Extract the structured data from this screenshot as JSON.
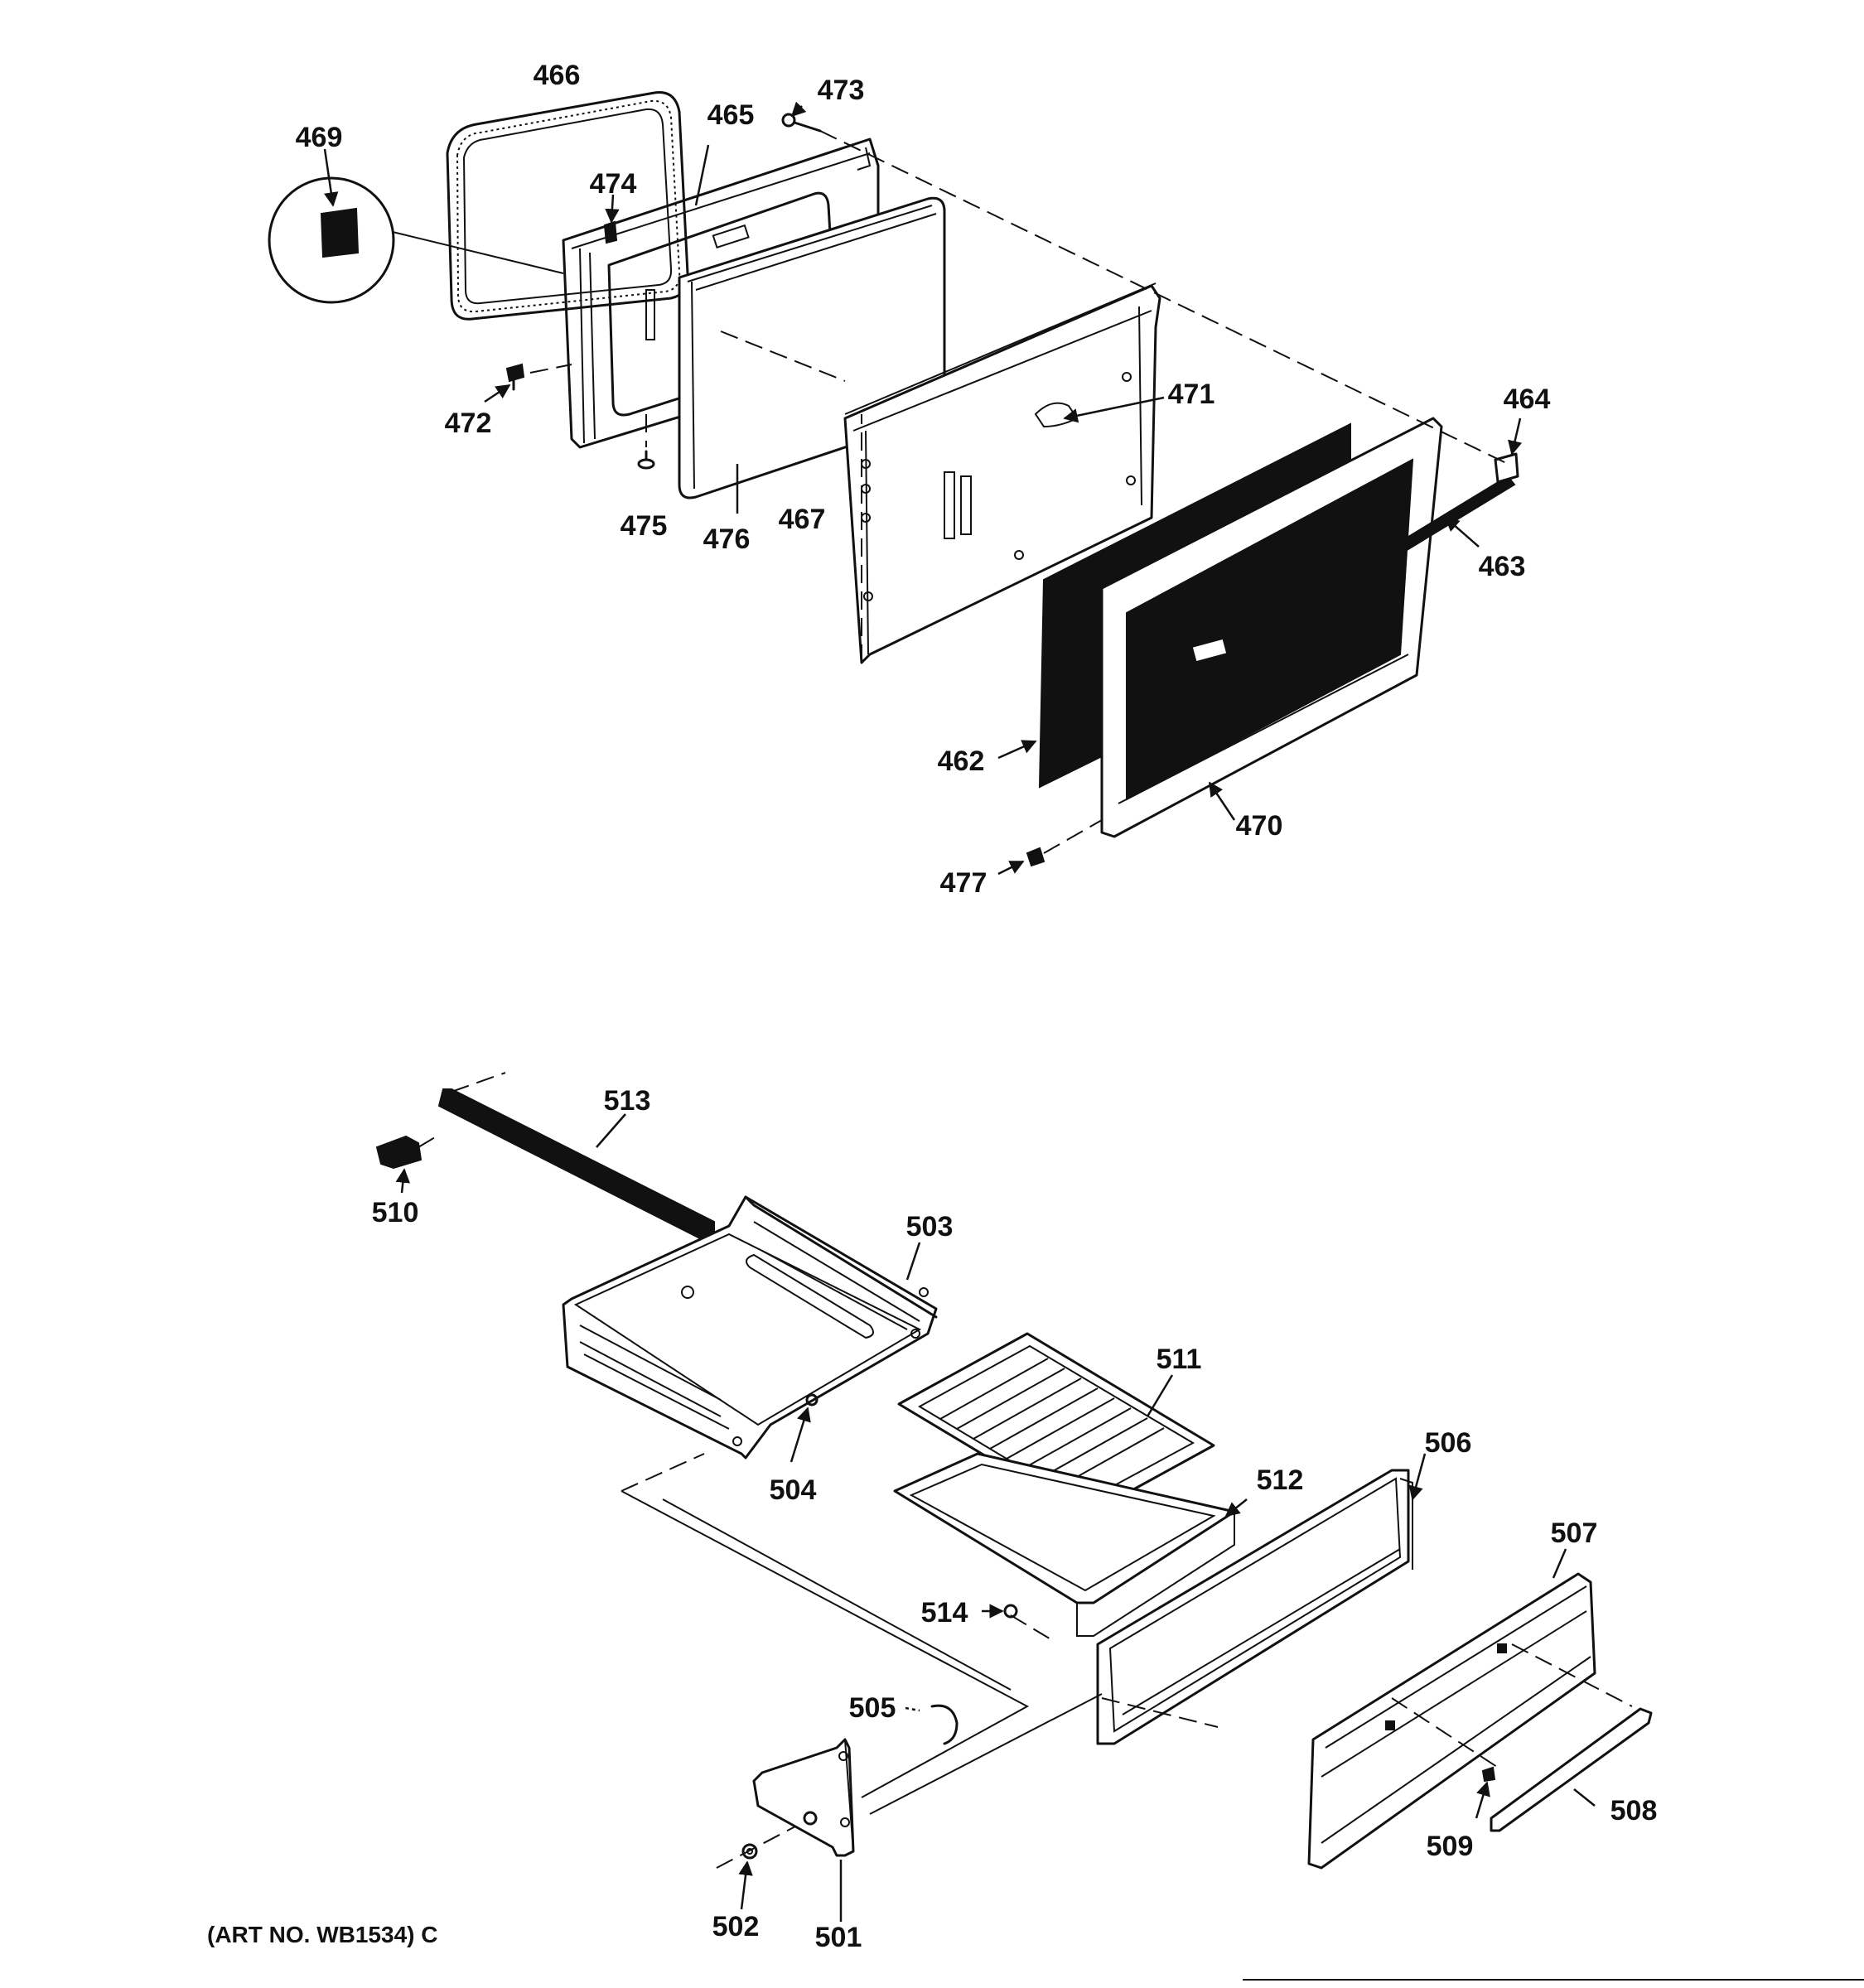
{
  "parts": {
    "p462": "462",
    "p463": "463",
    "p464": "464",
    "p465": "465",
    "p466": "466",
    "p467": "467",
    "p469": "469",
    "p470": "470",
    "p471": "471",
    "p472": "472",
    "p473": "473",
    "p474": "474",
    "p475": "475",
    "p476": "476",
    "p477": "477",
    "p501": "501",
    "p502": "502",
    "p503": "503",
    "p504": "504",
    "p505": "505",
    "p506": "506",
    "p507": "507",
    "p508": "508",
    "p509": "509",
    "p510": "510",
    "p511": "511",
    "p512": "512",
    "p513": "513",
    "p514": "514"
  },
  "art_number": "(ART NO. WB1534) C"
}
